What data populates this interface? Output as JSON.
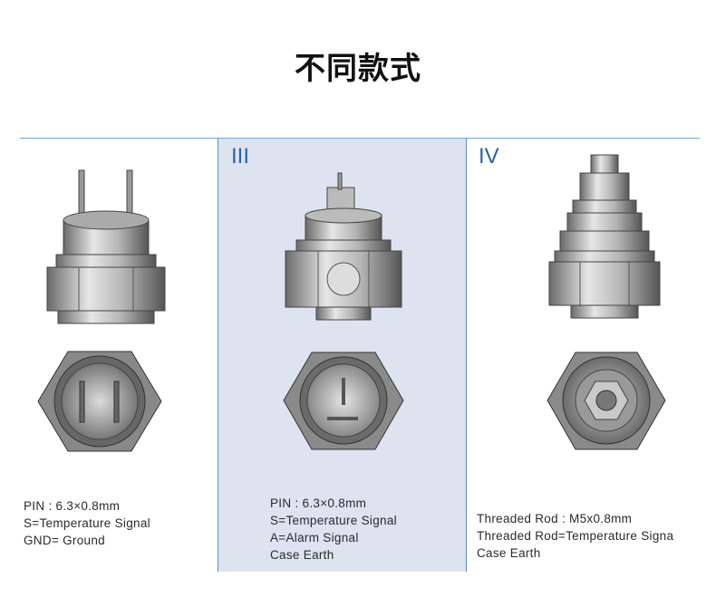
{
  "page": {
    "title": "不同款式"
  },
  "columns": [
    {
      "numeral": "",
      "specs": [
        "PIN : 6.3×0.8mm",
        "S=Temperature Signal",
        "GND= Ground"
      ]
    },
    {
      "numeral": "III",
      "specs": [
        "PIN : 6.3×0.8mm",
        "S=Temperature Signal",
        "A=Alarm Signal",
        "Case Earth"
      ]
    },
    {
      "numeral": "IV",
      "specs": [
        "Threaded Rod : M5x0.8mm",
        "Threaded Rod=Temperature Signa",
        "Case Earth"
      ]
    }
  ],
  "colors": {
    "accent": "#2a62a8",
    "highlight_panel": "#dde3ef",
    "divider": "#5c8fc2"
  },
  "icons": [
    "sensor-two-pin-side-image",
    "sensor-two-pin-bottom-image",
    "sensor-single-pin-side-image",
    "sensor-single-pin-bottom-image",
    "sensor-threaded-rod-side-image",
    "sensor-threaded-rod-bottom-image"
  ]
}
